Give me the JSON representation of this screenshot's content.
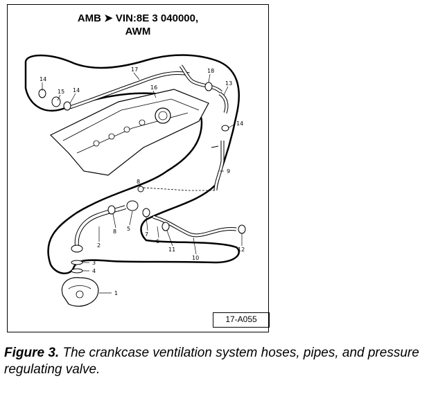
{
  "figure": {
    "header_line1": "AMB ➤ VIN:8E 3 040000,",
    "header_line2": "AWM",
    "ref_code": "17-A055",
    "callouts": {
      "c1": "1",
      "c2": "2",
      "c3": "3",
      "c4": "4",
      "c5": "5",
      "c6": "6",
      "c7": "7",
      "c8": "8",
      "c8b": "8",
      "c9": "9",
      "c10": "10",
      "c11": "11",
      "c12": "12",
      "c13": "13",
      "c14a": "14",
      "c14b": "14",
      "c14c": "14",
      "c15": "15",
      "c16": "16",
      "c17": "17",
      "c18": "18"
    }
  },
  "caption": {
    "label": "Figure 3.",
    "text": " The crankcase ventilation system hoses, pipes, and pressure regulating valve."
  }
}
